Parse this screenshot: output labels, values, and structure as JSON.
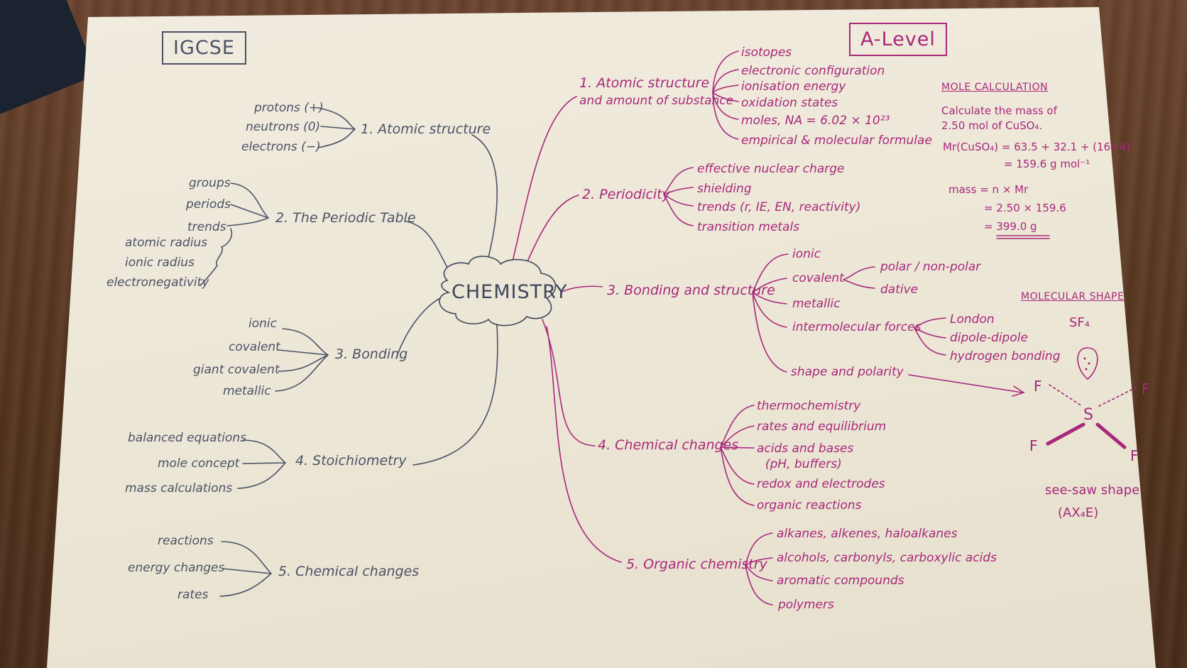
{
  "titles": {
    "igcse": "IGCSE",
    "alevel": "A-Level",
    "center": "CHEMISTRY"
  },
  "igcse": {
    "atomic": {
      "label": "1. Atomic structure",
      "items": [
        "protons (+)",
        "neutrons (0)",
        "electrons (−)"
      ]
    },
    "periodic": {
      "label": "2. The Periodic Table",
      "items": [
        "groups",
        "periods",
        "trends"
      ],
      "trend_items": [
        "atomic radius",
        "ionic radius",
        "electronegativity"
      ]
    },
    "bonding": {
      "label": "3. Bonding",
      "items": [
        "ionic",
        "covalent",
        "giant covalent",
        "metallic"
      ]
    },
    "stoich": {
      "label": "4. Stoichiometry",
      "items": [
        "balanced equations",
        "mole concept",
        "mass calculations"
      ]
    },
    "chem": {
      "label": "5. Chemical changes",
      "items": [
        "reactions",
        "energy changes",
        "rates"
      ]
    }
  },
  "alevel": {
    "atomic": {
      "label_l1": "1. Atomic structure",
      "label_l2": "and amount of substance",
      "items": [
        "isotopes",
        "electronic configuration",
        "ionisation energy",
        "oxidation states",
        "moles, NA = 6.02 × 10²³",
        "empirical & molecular formulae"
      ]
    },
    "periodicity": {
      "label": "2. Periodicity",
      "items": [
        "effective nuclear charge",
        "shielding",
        "trends (r, IE, EN, reactivity)",
        "transition metals"
      ]
    },
    "bonding": {
      "label": "3. Bonding and structure",
      "items": [
        "ionic",
        "covalent",
        "metallic",
        "intermolecular forces",
        "shape and polarity"
      ],
      "covalent_sub": [
        "polar / non-polar",
        "dative"
      ],
      "imf_sub": [
        "London",
        "dipole-dipole",
        "hydrogen bonding"
      ]
    },
    "chemchanges": {
      "label": "4. Chemical changes",
      "items": [
        "thermochemistry",
        "rates and equilibrium",
        "acids and bases",
        "(pH, buffers)",
        "redox and electrodes",
        "organic reactions"
      ]
    },
    "organic": {
      "label": "5. Organic chemistry",
      "items": [
        "alkanes, alkenes, haloalkanes",
        "alcohols, carbonyls, carboxylic acids",
        "aromatic compounds",
        "polymers"
      ]
    }
  },
  "mole": {
    "heading": "MOLE CALCULATION",
    "q1": "Calculate the mass of",
    "q2": "2.50 mol of CuSO₄.",
    "l1": "Mr(CuSO₄) = 63.5 + 32.1 + (16×4)",
    "l2": "= 159.6 g mol⁻¹",
    "l3": "mass = n × Mr",
    "l4": "= 2.50 × 159.6",
    "l5": "= 399.0 g"
  },
  "shape": {
    "heading": "MOLECULAR SHAPE",
    "formula": "SF₄",
    "atoms": [
      "F",
      "F",
      "F",
      "F",
      "S"
    ],
    "caption1": "see-saw shape",
    "caption2": "(AX₄E)"
  },
  "colors": {
    "igcse_ink": "#4b5266",
    "alevel_ink": "#a8287a",
    "paper": "#ece6d6"
  }
}
